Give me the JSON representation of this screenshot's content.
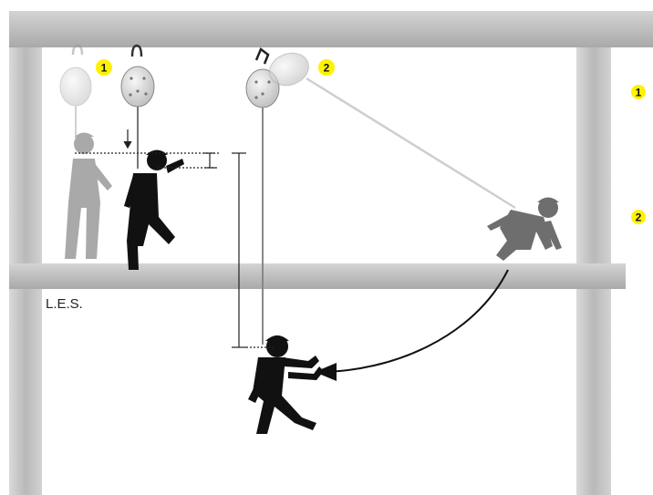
{
  "diagram": {
    "lowest_elevated_surface_label": "L.E.S.",
    "legend": [
      {
        "number": "1",
        "text": ""
      },
      {
        "number": "2",
        "text": ""
      }
    ],
    "badges": [
      {
        "number": "1"
      },
      {
        "number": "2"
      }
    ],
    "colors": {
      "background": "#ffffff",
      "beam": "#bdbdbd",
      "column": "#c8c8c8",
      "badge_fill": "#fff200",
      "silhouette_dark": "#111111",
      "silhouette_mid": "#6e6e6e",
      "silhouette_light": "#a9a9a9",
      "device_light": "#e6e6e6",
      "device_mid": "#cfcfcf"
    }
  }
}
